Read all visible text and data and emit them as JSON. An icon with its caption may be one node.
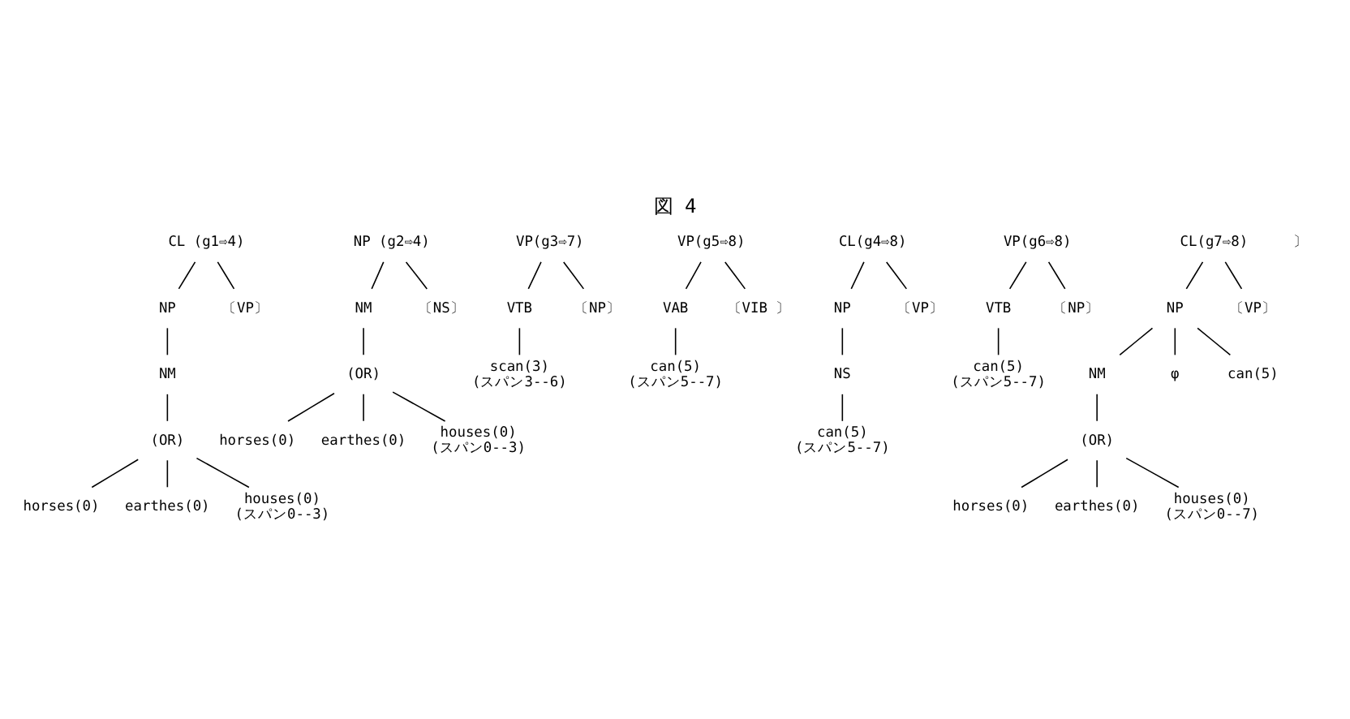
{
  "diagram": {
    "title": "図 4",
    "nodes": [
      {
        "text": [
          "CL (g1⇨4)"
        ]
      },
      {
        "text": [
          "NP"
        ]
      },
      {
        "text": [
          "〔VP〕"
        ]
      },
      {
        "text": [
          "NM"
        ]
      },
      {
        "text": [
          "(OR)"
        ]
      },
      {
        "text": [
          "horses(0)"
        ]
      },
      {
        "text": [
          "earthes(0)"
        ]
      },
      {
        "text": [
          "houses(0)"
        ],
        "beside": [
          "(スパン0--3)"
        ]
      },
      {
        "text": [
          "NP (g2⇨4)"
        ]
      },
      {
        "text": [
          "NM"
        ]
      },
      {
        "text": [
          "〔NS〕"
        ]
      },
      {
        "text": [
          "(OR)"
        ]
      },
      {
        "text": [
          "horses(0)"
        ]
      },
      {
        "text": [
          "earthes(0)"
        ]
      },
      {
        "text": [
          "houses(0)"
        ],
        "beside": [
          "(スパン0--3)"
        ]
      },
      {
        "text": [
          "VP(g3⇨7)"
        ]
      },
      {
        "text": [
          "VTB"
        ]
      },
      {
        "text": [
          "〔NP〕"
        ]
      },
      {
        "text": [
          "scan(3)"
        ],
        "beside": [
          "(スパン3--6)"
        ]
      },
      {
        "text": [
          "VP(g5⇨8)"
        ]
      },
      {
        "text": [
          "VAB"
        ]
      },
      {
        "text": [
          "〔VIB 〕"
        ]
      },
      {
        "text": [
          "can(5)"
        ],
        "beside": [
          "(スパン5--7)"
        ]
      },
      {
        "text": [
          "CL(g4⇨8)"
        ]
      },
      {
        "text": [
          "NP"
        ]
      },
      {
        "text": [
          "〔VP〕"
        ]
      },
      {
        "text": [
          "NS"
        ]
      },
      {
        "text": [
          "can(5)"
        ],
        "beside": [
          "(スパン5--7)"
        ]
      },
      {
        "text": [
          "VP(g6⇨8)"
        ]
      },
      {
        "text": [
          "VTB"
        ]
      },
      {
        "text": [
          "〔NP〕"
        ]
      },
      {
        "text": [
          "can(5)"
        ],
        "beside": [
          "(スパン5--7)"
        ]
      },
      {
        "text": [
          "CL(g7⇨8)"
        ]
      },
      {
        "text": [
          "NP"
        ]
      },
      {
        "text": [
          "〔VP〕"
        ]
      },
      {
        "text": [
          "NM"
        ]
      },
      {
        "text": [
          "φ"
        ]
      },
      {
        "text": [
          "can(5)"
        ]
      },
      {
        "text": [
          "(OR)"
        ]
      },
      {
        "text": [
          "horses(0)"
        ]
      },
      {
        "text": [
          "earthes(0)"
        ]
      },
      {
        "text": [
          "houses(0)"
        ],
        "beside": [
          "(スパン0--7)"
        ]
      }
    ],
    "edges": [
      {
        "from": 0,
        "to": 1,
        "arrow": "none"
      },
      {
        "from": 0,
        "to": 2,
        "arrow": "none"
      },
      {
        "from": 1,
        "to": 3,
        "arrow": "none"
      },
      {
        "from": 3,
        "to": 4,
        "arrow": "none"
      },
      {
        "from": 4,
        "to": 5,
        "arrow": "none"
      },
      {
        "from": 4,
        "to": 6,
        "arrow": "none"
      },
      {
        "from": 4,
        "to": 7,
        "arrow": "none"
      },
      {
        "from": 8,
        "to": 9,
        "arrow": "none"
      },
      {
        "from": 8,
        "to": 10,
        "arrow": "none"
      },
      {
        "from": 9,
        "to": 11,
        "arrow": "none"
      },
      {
        "from": 11,
        "to": 12,
        "arrow": "none"
      },
      {
        "from": 11,
        "to": 13,
        "arrow": "none"
      },
      {
        "from": 11,
        "to": 14,
        "arrow": "none"
      },
      {
        "from": 15,
        "to": 16,
        "arrow": "none"
      },
      {
        "from": 15,
        "to": 17,
        "arrow": "none"
      },
      {
        "from": 16,
        "to": 18,
        "arrow": "none"
      },
      {
        "from": 19,
        "to": 20,
        "arrow": "none"
      },
      {
        "from": 19,
        "to": 21,
        "arrow": "none"
      },
      {
        "from": 20,
        "to": 22,
        "arrow": "none"
      },
      {
        "from": 23,
        "to": 24,
        "arrow": "none"
      },
      {
        "from": 23,
        "to": 25,
        "arrow": "none"
      },
      {
        "from": 24,
        "to": 26,
        "arrow": "none"
      },
      {
        "from": 26,
        "to": 27,
        "arrow": "none"
      },
      {
        "from": 28,
        "to": 29,
        "arrow": "none"
      },
      {
        "from": 28,
        "to": 30,
        "arrow": "none"
      },
      {
        "from": 29,
        "to": 31,
        "arrow": "none"
      },
      {
        "from": 32,
        "to": 33,
        "arrow": "none"
      },
      {
        "from": 32,
        "to": 34,
        "arrow": "none"
      },
      {
        "from": 33,
        "to": 35,
        "arrow": "none"
      },
      {
        "from": 33,
        "to": 36,
        "arrow": "none"
      },
      {
        "from": 33,
        "to": 37,
        "arrow": "none"
      },
      {
        "from": 35,
        "to": 38,
        "arrow": "none"
      },
      {
        "from": 38,
        "to": 39,
        "arrow": "none"
      },
      {
        "from": 38,
        "to": 40,
        "arrow": "none"
      },
      {
        "from": 38,
        "to": 41,
        "arrow": "none"
      }
    ],
    "labels": [
      "〕"
    ]
  }
}
